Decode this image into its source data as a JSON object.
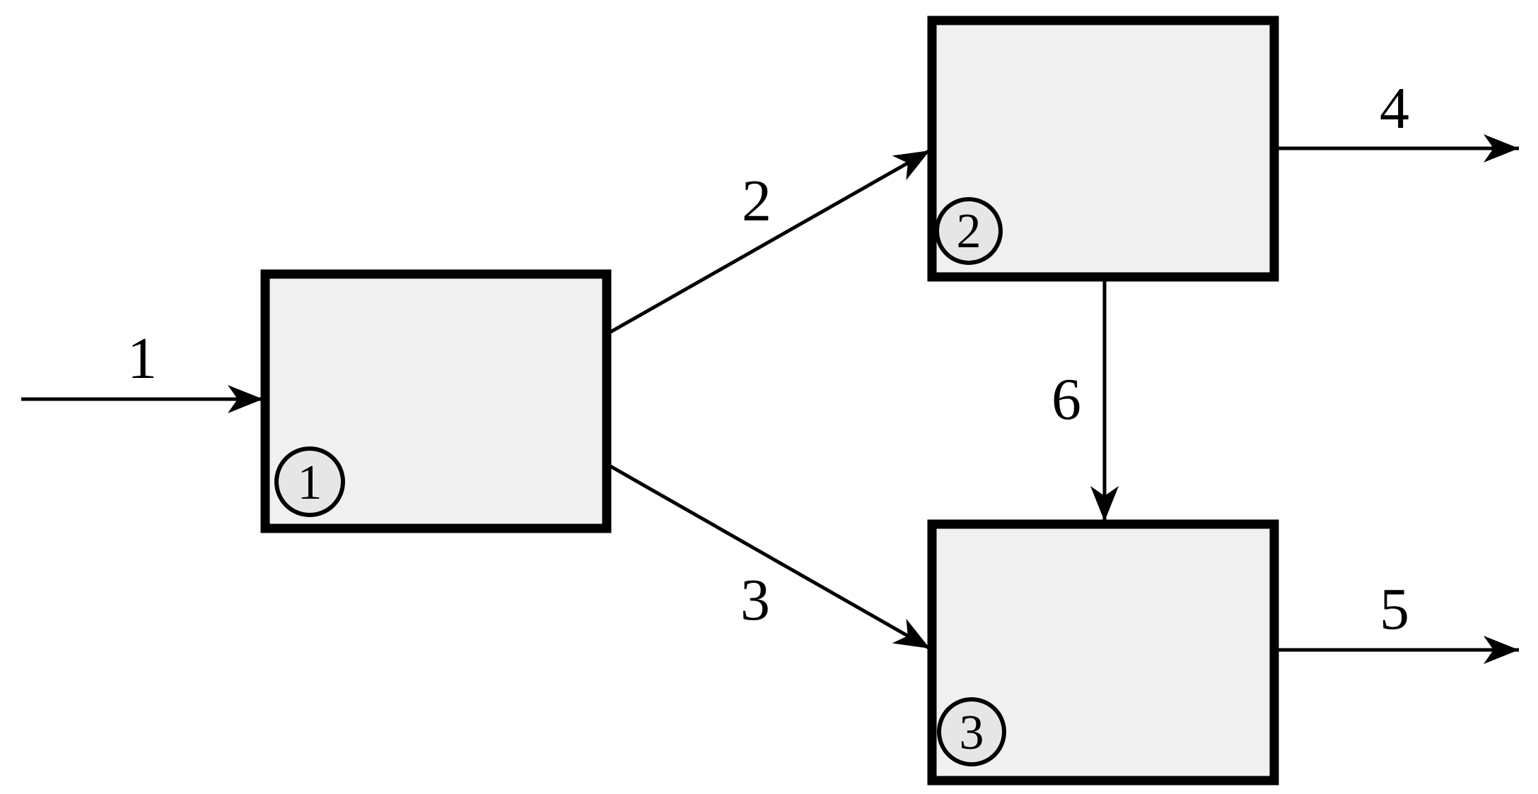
{
  "diagram": {
    "type": "process-flow-block-diagram",
    "units": [
      {
        "badge": "1"
      },
      {
        "badge": "2"
      },
      {
        "badge": "3"
      }
    ],
    "streams": [
      {
        "label": "1",
        "from": "external-feed",
        "to": "unit-1"
      },
      {
        "label": "2",
        "from": "unit-1",
        "to": "unit-2"
      },
      {
        "label": "3",
        "from": "unit-1",
        "to": "unit-3"
      },
      {
        "label": "4",
        "from": "unit-2",
        "to": "external-out"
      },
      {
        "label": "5",
        "from": "unit-3",
        "to": "external-out"
      },
      {
        "label": "6",
        "from": "unit-2",
        "to": "unit-3"
      }
    ],
    "colors": {
      "background": "#ffffff",
      "box_fill": "#f0f0f0",
      "badge_fill": "#e6e6e6",
      "line": "#000000"
    }
  }
}
